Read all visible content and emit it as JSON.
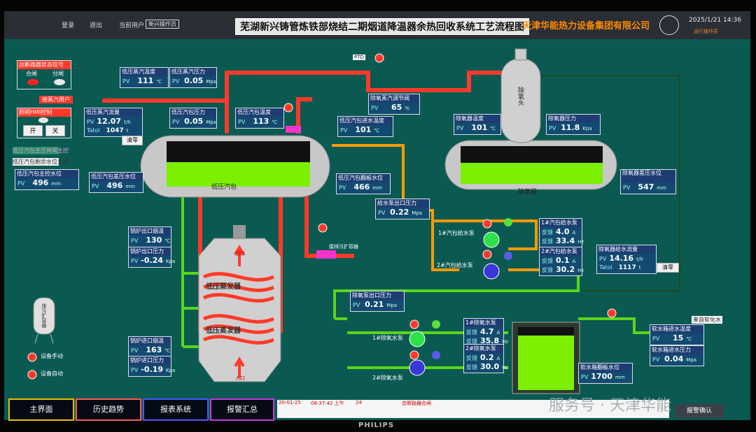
{
  "menu": {
    "login": "登录",
    "logout": "退出",
    "current_user_label": "当前用户",
    "current_user": "新兴操作员"
  },
  "title": "芜湖新兴铸管炼铁部烧结二期烟道降温器余热回收系统工艺流程图",
  "company": "天津华能热力设备集团有限公司",
  "datetime": "2025/1/21 14:36",
  "user_role": "运行操作员",
  "breaker": {
    "title": "总断路器状态信号",
    "close": "合闸",
    "open": "分闸"
  },
  "hmi_control": {
    "title": "照明HMI控制",
    "on": "开",
    "off": "关"
  },
  "chain": {
    "line1": "低压汽包主压并网主控",
    "line2": "低压汽包剩余水位主控"
  },
  "steam_user": "接蒸汽用户",
  "params": {
    "lp_steam_temp": {
      "title": "低压蒸汽温度",
      "pv": "111",
      "unit": "℃"
    },
    "lp_steam_press": {
      "title": "低压蒸汽压力",
      "pv": "0.05",
      "unit": "Mpa"
    },
    "lp_steam_flow": {
      "title": "低压蒸汽流量",
      "pv": "12.07",
      "unit": "t/h",
      "total_label": "Tatol",
      "total": "1047",
      "total_unit": "t",
      "reset": "清零"
    },
    "lp_drum_press": {
      "title": "低压汽包压力",
      "pv": "0.05",
      "unit": "Mpa"
    },
    "lp_drum_temp": {
      "title": "低压汽包温度",
      "pv": "113",
      "unit": "℃"
    },
    "lp_drum_inlet_temp": {
      "title": "低压汽包进水温度",
      "pv": "101",
      "unit": "℃"
    },
    "lp_drum_main_level": {
      "title": "低压汽包主控水位",
      "pv": "496",
      "unit": "mm"
    },
    "lp_drum_dp_level": {
      "title": "低压汽包差压水位",
      "pv": "496",
      "unit": "mm"
    },
    "lp_drum_magnetic_level": {
      "title": "低压汽包翻板水位",
      "pv": "466",
      "unit": "mm"
    },
    "deaerator_steam_valve": {
      "title": "除氧蒸汽调节阀",
      "pv": "65",
      "unit": "%"
    },
    "deaerator_temp": {
      "title": "除氧器温度",
      "pv": "101",
      "unit": "℃"
    },
    "deaerator_press": {
      "title": "除氧器压力",
      "pv": "11.8",
      "unit": "Kpa"
    },
    "deaerator_dp_level": {
      "title": "除氧器差压水位",
      "pv": "547",
      "unit": "mm"
    },
    "feed_pump_outlet_press": {
      "title": "给水泵出口压力",
      "pv": "0.22",
      "unit": "Mpa"
    },
    "pump1_feed": {
      "title": "1#汽包给水泵",
      "fb1_label": "反馈",
      "a": "4.0",
      "a_unit": "A",
      "hz": "33.4",
      "hz_unit": "Hz"
    },
    "pump2_feed": {
      "title": "2#汽包给水泵",
      "fb1_label": "反馈",
      "a": "0.1",
      "a_unit": "A",
      "hz": "30.2",
      "hz_unit": "Hz"
    },
    "deaerator_feed_flow": {
      "title": "除氧器给水流量",
      "pv": "14.16",
      "unit": "t/h",
      "total_label": "Tatol",
      "total": "1117",
      "total_unit": "t",
      "reset": "清零"
    },
    "boiler_outlet_flue": {
      "title": "锅炉出口烟温",
      "pv": "130",
      "unit": "℃"
    },
    "boiler_outlet_press": {
      "title": "锅炉出口压力",
      "pv": "-0.24",
      "unit": "Kpa"
    },
    "boiler_inlet_flue": {
      "title": "锅炉进口烟温",
      "pv": "163",
      "unit": "℃"
    },
    "boiler_inlet_press": {
      "title": "锅炉进口压力",
      "pv": "-0.19",
      "unit": "Kpa"
    },
    "deox_pump_outlet_press": {
      "title": "除氧泵出口压力",
      "pv": "0.21",
      "unit": "Mpa"
    },
    "deox_pump1": {
      "title": "1#除氧水泵",
      "fb1_label": "反馈",
      "a": "4.7",
      "a_unit": "A",
      "hz": "35.8",
      "hz_unit": "Hz"
    },
    "deox_pump2": {
      "title": "2#除氧水泵",
      "fb1_label": "反馈",
      "a": "0.2",
      "a_unit": "A",
      "hz": "30.0",
      "hz_unit": "Hz"
    },
    "soft_tank_inlet_temp": {
      "title": "软水箱进水温度",
      "pv": "15",
      "unit": "℃"
    },
    "soft_tank_inlet_press": {
      "title": "软水箱进水压力",
      "pv": "0.04",
      "unit": "Mpa"
    },
    "soft_tank_level": {
      "title": "软水箱翻板水位",
      "pv": "1700",
      "unit": "mm"
    }
  },
  "pv_label": "PV",
  "labels": {
    "ptd": "PTD",
    "lp_drum": "低压汽包",
    "deaerator": "除氧器",
    "deaerator_head": "除氧头",
    "pump1_feed_lbl": "1#汽包给水泵",
    "pump2_feed_lbl": "2#汽包给水泵",
    "deox1_lbl": "1#除氧水泵",
    "deox2_lbl": "2#除氧水泵",
    "evap1": "低压蒸发器",
    "evap2": "低压蒸发器",
    "discharge": "接排污扩容器",
    "soft_water": "来自软化水",
    "blowdown": "排污扩容器",
    "manual": "设备手动",
    "auto": "设备自动",
    "flue_out": "出口",
    "flue_in": "入口"
  },
  "nav": {
    "main": "主界面",
    "history": "历史趋势",
    "report": "报表系统",
    "alarm": "报警汇总"
  },
  "alarm_bar": {
    "date": "20-01-25",
    "time": "08:37:42 上午",
    "id": "24",
    "text": "总断路器合闸"
  },
  "alarm_confirm": "报警确认",
  "monitor_brand": "PHILIPS",
  "watermark": "服务号 · 天津华能",
  "colors": {
    "steam": "#ff3a2a",
    "water": "#ff9a00",
    "feed": "#59d619",
    "accent": "#1d3d72"
  }
}
